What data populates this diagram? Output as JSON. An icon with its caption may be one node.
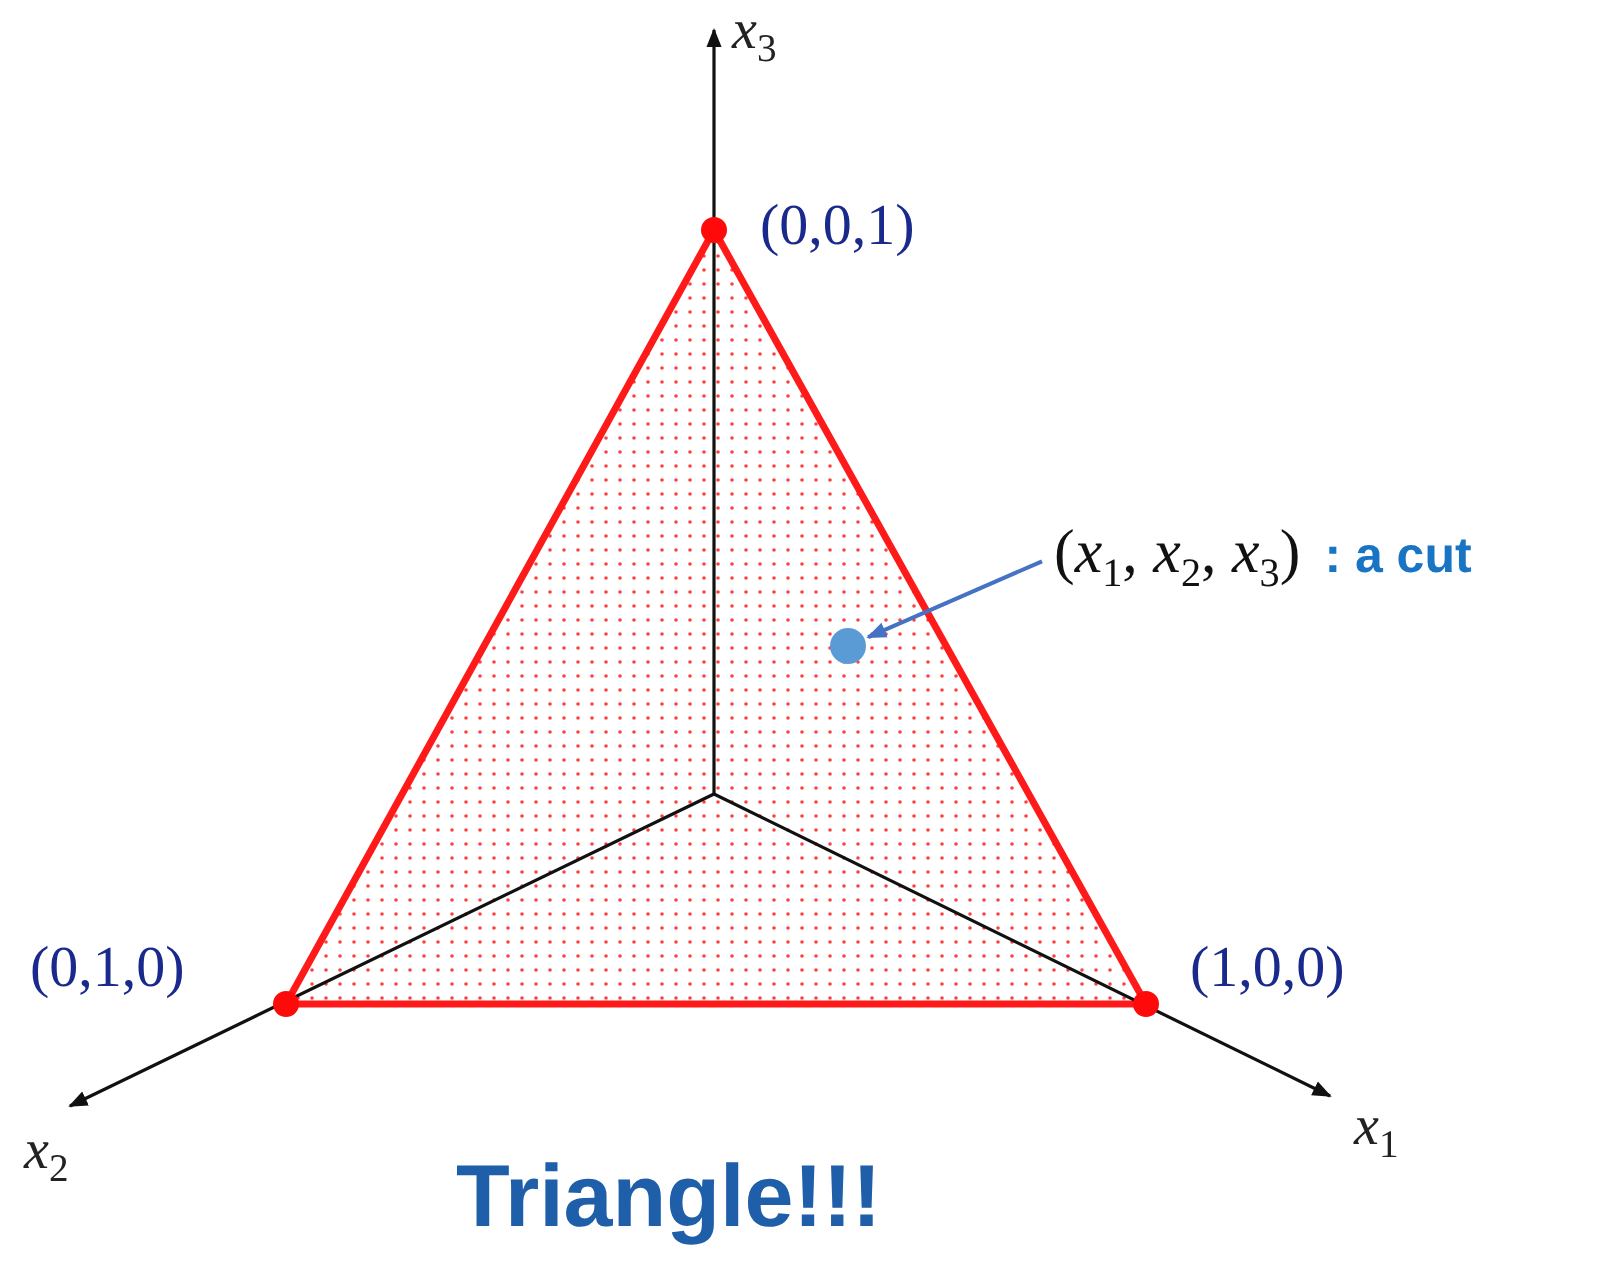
{
  "diagram": {
    "caption": "Triangle!!!",
    "nodes": [
      {
        "text": [
          "(*x*$_{1}$, *x*$_{2}$, *x*$_{3}$)",
          ": a cut"
        ]
      },
      {
        "text": [],
        "shape": "circle"
      }
    ],
    "edges": [
      {
        "from": 0,
        "to": 1,
        "arrow": "to"
      }
    ],
    "labels": [
      "*x*$_{3}$",
      "(0,0,1)",
      "(0,1,0)",
      "(1,0,0)",
      "*x*$_{2}$",
      "*x*$_{1}$"
    ]
  }
}
